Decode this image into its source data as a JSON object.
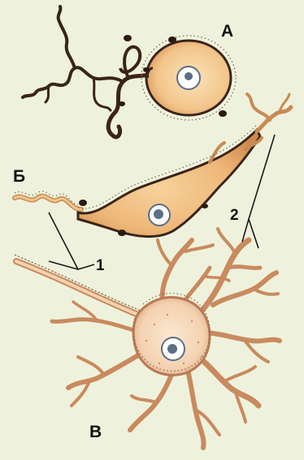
{
  "labels": {
    "neuron_a": "А",
    "neuron_b": "Б",
    "neuron_v": "В",
    "pointer_1": "1",
    "pointer_2": "2"
  },
  "colors": {
    "background": "#eef2dc",
    "cytoplasm": "#f2c58a",
    "cytoplasm_dark": "#d9955a",
    "outline": "#3a2418",
    "myelin_dots": "#7a6a55",
    "nucleus_fill": "#ffffff",
    "nucleus_core": "#5a6f86",
    "leader_line": "#1a1a1a"
  }
}
